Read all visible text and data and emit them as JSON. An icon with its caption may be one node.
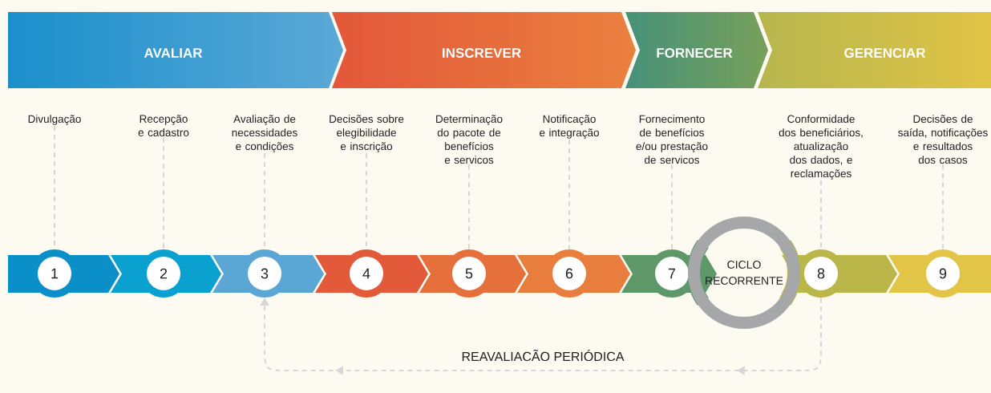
{
  "diagram": {
    "nodes": [
      {
        "text": [
          "AVALIAR"
        ]
      },
      {
        "text": [
          "INSCREVER"
        ]
      },
      {
        "text": [
          "FORNECER"
        ]
      },
      {
        "text": [
          "GERENCIAR"
        ]
      },
      {
        "text": [
          "Divulgação"
        ]
      },
      {
        "text": [
          "Recepção e cadastro"
        ]
      },
      {
        "text": [
          "Avaliação de necessidades e condições"
        ]
      },
      {
        "text": [
          "Decisões sobre elegibilidade e inscrição"
        ]
      },
      {
        "text": [
          "Determinação do pacote de benefícios e servicos"
        ]
      },
      {
        "text": [
          "Notificação e integração"
        ]
      },
      {
        "text": [
          "Fornecimento de benefícios e/ou prestação de servicos"
        ]
      },
      {
        "text": [
          "Conformidade dos beneficiários, atualização dos dados, e reclamações"
        ]
      },
      {
        "text": [
          "Decisões de saída, notificações e resultados dos casos"
        ]
      },
      {
        "text": [
          "1"
        ]
      },
      {
        "text": [
          "2"
        ]
      },
      {
        "text": [
          "3"
        ]
      },
      {
        "text": [
          "4"
        ]
      },
      {
        "text": [
          "5"
        ]
      },
      {
        "text": [
          "6"
        ]
      },
      {
        "text": [
          "7"
        ]
      },
      {
        "text": [
          "8"
        ]
      },
      {
        "text": [
          "9"
        ]
      },
      {
        "text": [
          "CICLO RECORRENTE"
        ]
      }
    ],
    "edges": [
      {
        "from": 4,
        "to": 13,
        "arrow": "none",
        "style": "dashed"
      },
      {
        "from": 5,
        "to": 14,
        "arrow": "none",
        "style": "dashed"
      },
      {
        "from": 6,
        "to": 15,
        "arrow": "none",
        "style": "dashed"
      },
      {
        "from": 7,
        "to": 16,
        "arrow": "none",
        "style": "dashed"
      },
      {
        "from": 8,
        "to": 17,
        "arrow": "none",
        "style": "dashed"
      },
      {
        "from": 9,
        "to": 18,
        "arrow": "none",
        "style": "dashed"
      },
      {
        "from": 10,
        "to": 19,
        "arrow": "none",
        "style": "dashed"
      },
      {
        "from": 11,
        "to": 20,
        "arrow": "none",
        "style": "dashed"
      },
      {
        "from": 12,
        "to": 21,
        "arrow": "none",
        "style": "dashed"
      },
      {
        "from": 20,
        "to": 15,
        "arrow": "to",
        "style": "dashed",
        "label": "REAVALIACÃO PERIÓDICA"
      }
    ]
  }
}
